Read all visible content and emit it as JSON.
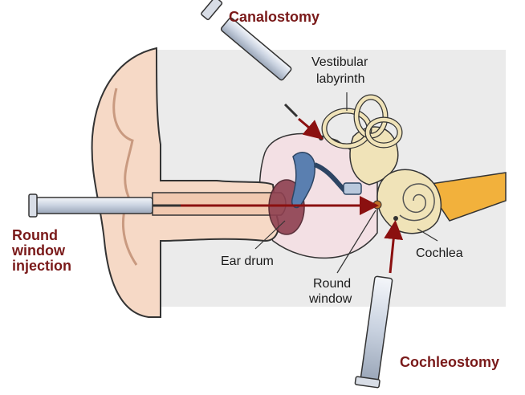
{
  "routes": {
    "canalostomy": "Canalostomy",
    "round_window_line1": "Round",
    "round_window_line2": "window",
    "round_window_line3": "injection",
    "cochleostomy": "Cochleostomy"
  },
  "anatomy": {
    "vestibular_line1": "Vestibular",
    "vestibular_line2": "labyrinth",
    "ear_drum": "Ear drum",
    "round_window_line1": "Round",
    "round_window_line2": "window",
    "cochlea": "Cochlea"
  },
  "colors": {
    "route_label": "#7a1a1a",
    "arrow": "#8b1010",
    "skin": "#f6d9c6",
    "background_panel": "#ebebeb",
    "bone": "#f0e3b8",
    "nerve": "#f2b13c",
    "ossicle_blue": "#5a7fb0",
    "ear_drum": "#8e4050"
  }
}
